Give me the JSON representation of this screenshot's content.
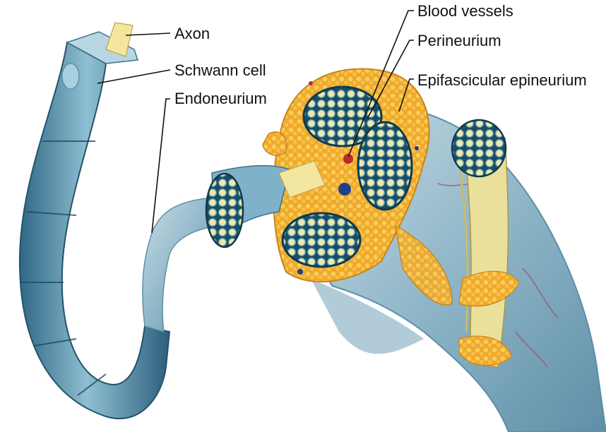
{
  "labels": {
    "axon": "Axon",
    "schwann_cell": "Schwann cell",
    "endoneurium": "Endoneurium",
    "blood_vessels": "Blood vessels",
    "perineurium": "Perineurium",
    "epifascicular_epineurium": "Epifascicular epineurium"
  },
  "colors": {
    "nerve_blue": "#4e86a3",
    "nerve_blue_light": "#9fc8d8",
    "axon_yellow": "#f3e79a",
    "fat_orange": "#f2b233",
    "vessel_red": "#c0282e",
    "vessel_blue": "#253e8c"
  }
}
